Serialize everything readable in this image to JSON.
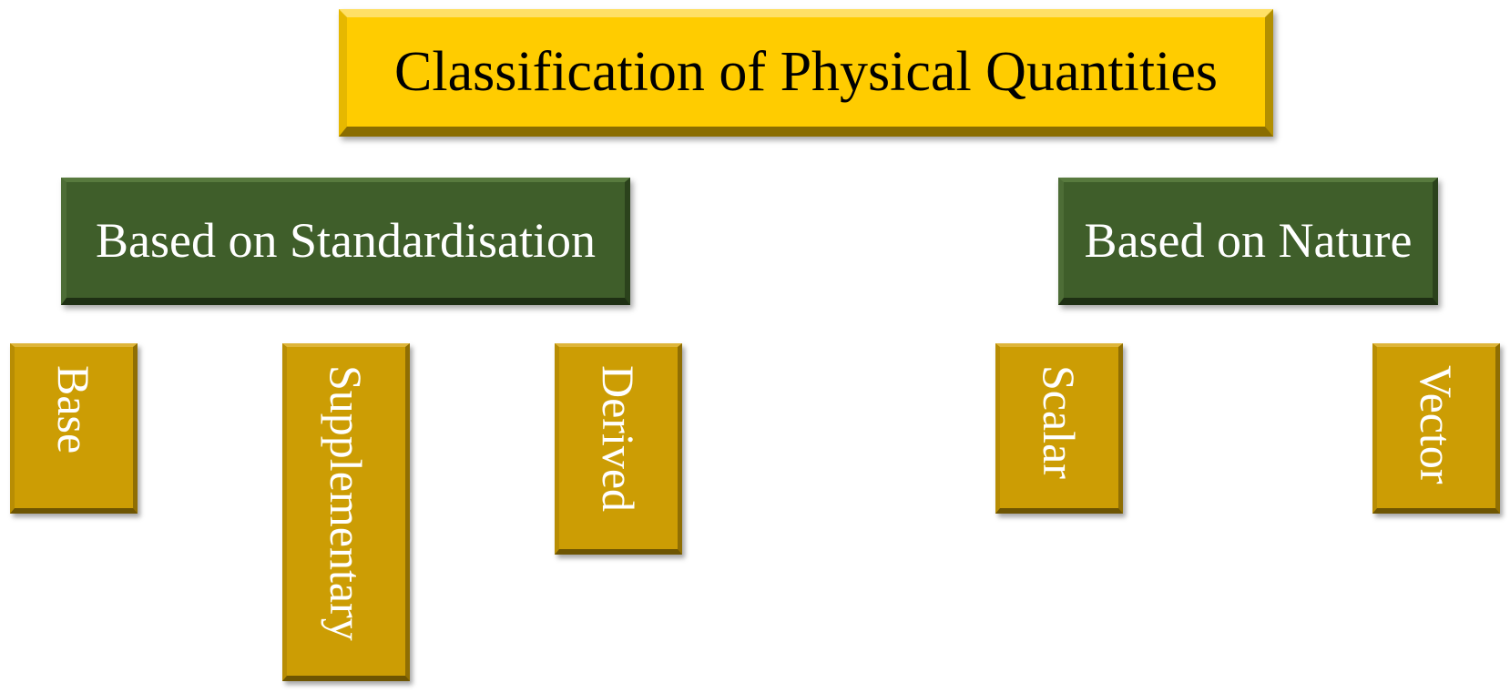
{
  "title": "Classification of Physical Quantities",
  "categories": [
    {
      "label": "Based on Standardisation"
    },
    {
      "label": "Based on Nature"
    }
  ],
  "leaves": {
    "standardisation": [
      "Base",
      "Supplementary",
      "Derived"
    ],
    "nature": [
      "Scalar",
      "Vector"
    ]
  },
  "colors": {
    "title_fill": "#ffcc00",
    "category_fill": "#3f5e2a",
    "leaf_fill": "#cc9d04",
    "title_text": "#000000",
    "box_text": "#ffffff"
  }
}
